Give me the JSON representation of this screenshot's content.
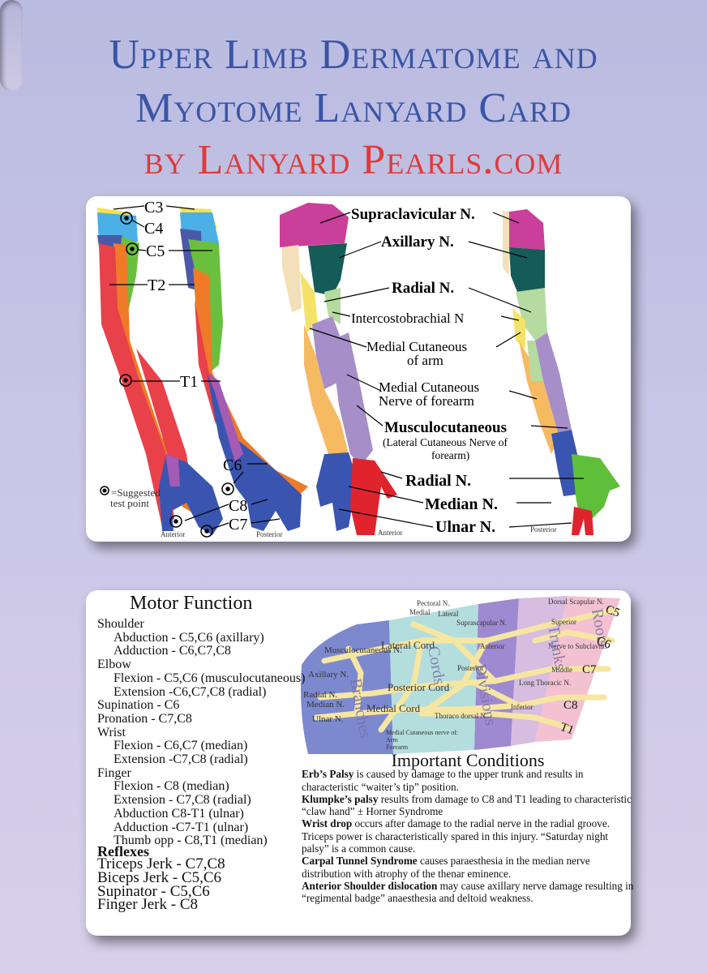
{
  "title": {
    "line1": "Upper Limb Dermatome and",
    "line2": "Myotome Lanyard Card",
    "line3": "by Lanyard Pearls.com"
  },
  "colors": {
    "title_blue": "#3a55a6",
    "title_red": "#e03a3a",
    "background": "#c9c6e6"
  },
  "front": {
    "dermatome_labels": [
      "C3",
      "C4",
      "C5",
      "T2",
      "T1",
      "C6",
      "C8",
      "C7"
    ],
    "legend": [
      "=Suggested",
      "test point"
    ],
    "anterior": "Anterior",
    "posterior": "Posterior",
    "nerves": {
      "supraclavicular": "Supraclavicular N.",
      "axillary": "Axillary N.",
      "radial_upper": "Radial N.",
      "intercostobrachial": "Intercostobrachial N",
      "medial_cut_arm_1": "Medial Cutaneous",
      "medial_cut_arm_2": "of arm",
      "medial_cut_forearm_1": "Medial Cutaneous",
      "medial_cut_forearm_2": "Nerve of forearm",
      "musculocutaneous": "Musculocutaneous",
      "lateral_cut_1": "(Lateral Cutaneous Nerve of",
      "lateral_cut_2": "forearm)",
      "radial_lower": "Radial N.",
      "median": "Median N.",
      "ulnar": "Ulnar N."
    }
  },
  "back": {
    "motor_title": "Motor Function",
    "motor_lines": [
      {
        "text": "Shoulder",
        "indent": false
      },
      {
        "text": "Abduction - C5,C6 (axillary)",
        "indent": true
      },
      {
        "text": "Adduction - C6,C7,C8",
        "indent": true
      },
      {
        "text": "Elbow",
        "indent": false
      },
      {
        "text": "Flexion - C5,C6 (musculocutaneous)",
        "indent": true
      },
      {
        "text": "Extension -C6,C7,C8 (radial)",
        "indent": true
      },
      {
        "text": "Supination - C6",
        "indent": false
      },
      {
        "text": "Pronation - C7,C8",
        "indent": false
      },
      {
        "text": "Wrist",
        "indent": false
      },
      {
        "text": "Flexion - C6,C7 (median)",
        "indent": true
      },
      {
        "text": "Extension -C7,C8 (radial)",
        "indent": true
      },
      {
        "text": "Finger",
        "indent": false
      },
      {
        "text": "Flexion - C8 (median)",
        "indent": true
      },
      {
        "text": "Extension - C7,C8 (radial)",
        "indent": true
      },
      {
        "text": "Abduction C8-T1 (ulnar)",
        "indent": true
      },
      {
        "text": "Adduction -C7-T1 (ulnar)",
        "indent": true
      },
      {
        "text": "Thumb opp - C8,T1 (median)",
        "indent": true
      }
    ],
    "reflex_title": "Reflexes",
    "reflex_lines": [
      "Triceps Jerk - C7,C8",
      "Biceps Jerk - C5,C6",
      "Supinator - C5,C6",
      "Finger Jerk - C8"
    ],
    "plexus": {
      "roots": [
        "C5",
        "C6",
        "C7",
        "C8",
        "T1"
      ],
      "section_labels": [
        "Branches",
        "Cords",
        "Divisions",
        "Trunks",
        "Roots"
      ],
      "nerve_labels": [
        "Pectoral N.",
        "Medial",
        "Lateral",
        "Dorsal Scapular N.",
        "Suprascapular N.",
        "Musculocutaneous N.",
        "Lateral Cord",
        "Superior",
        "Anterior",
        "Nerve to Subclavius",
        "Posterior",
        "Middle",
        "Axillary N.",
        "Radial N.",
        "Long Thoracic N.",
        "Median N.",
        "Posterior Cord",
        "Inferior",
        "Ulnar N.",
        "Medial Cord",
        "Thoraco dorsal N.",
        "Medial Cutaneous nerve of:",
        "Arm",
        "Forearm"
      ]
    },
    "conditions_title": "Important Conditions",
    "conditions": [
      {
        "name": "Erb’s Palsy",
        "text": " is caused by damage to the upper trunk and results in characteristic “waiter’s tip” position."
      },
      {
        "name": "Klumpke’s palsy",
        "text": " results from damage to C8 and T1 leading to characteristic “claw hand” ± Horner Syndrome"
      },
      {
        "name": "Wrist drop",
        "text": " occurs after damage to the radial nerve in the radial groove. Triceps power is characteristically spared in this injury. “Saturday night palsy” is a common cause."
      },
      {
        "name": "Carpal Tunnel Syndrome",
        "text": " causes paraesthesia in the median nerve distribution with atrophy of the thenar eminence."
      },
      {
        "name": "Anterior Shoulder dislocation",
        "text": " may cause axillary nerve damage resulting in “regimental badge” anaesthesia and deltoid weakness."
      }
    ]
  }
}
